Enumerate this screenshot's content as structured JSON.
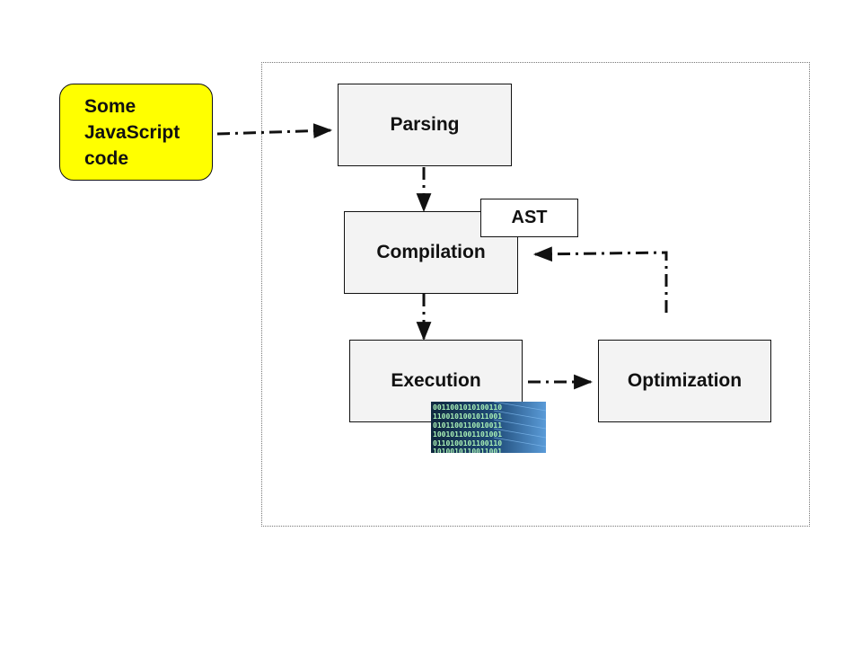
{
  "diagram": {
    "source": {
      "lines": [
        "Some",
        "JavaScript",
        "code"
      ]
    },
    "nodes": {
      "parsing": "Parsing",
      "compilation": "Compilation",
      "execution": "Execution",
      "optimization": "Optimization"
    },
    "ast_label": "AST",
    "colors": {
      "source_fill": "#ffff00",
      "node_fill": "#f3f3f3",
      "image_bg": "#1c3e62",
      "image_digits": "#9be6a8"
    }
  }
}
